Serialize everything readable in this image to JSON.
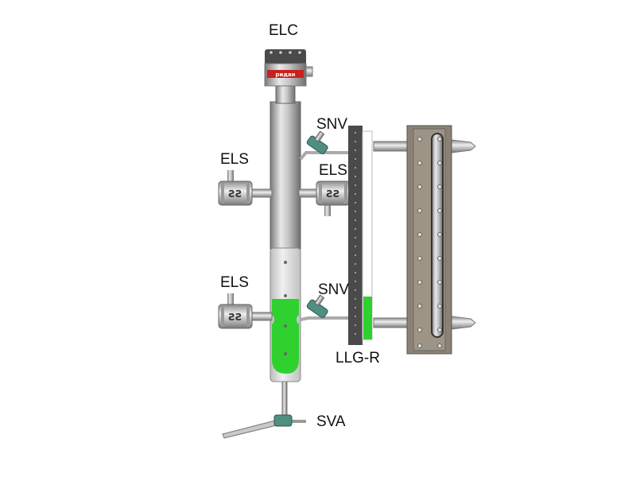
{
  "labels": {
    "elc": "ELC",
    "snv_top": "SNV",
    "els_top_left": "ELS",
    "els_top_right": "ELS",
    "els_bottom_left": "ELS",
    "snv_bottom": "SNV",
    "llg_r": "LLG-R",
    "sva": "SVA"
  },
  "brand": "ридан",
  "colors": {
    "liquid": "#2fd12f",
    "brand_red": "#c8201e",
    "metal": "#b4b4b4"
  },
  "liquid_level_fraction": 0.2
}
